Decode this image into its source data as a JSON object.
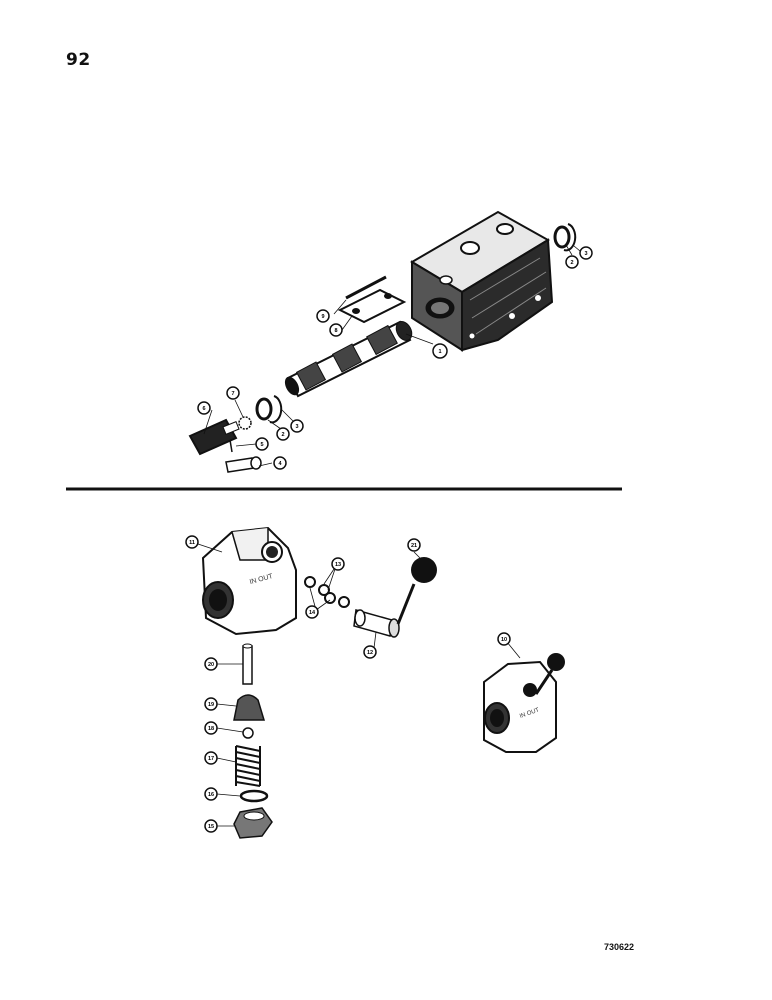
{
  "page": {
    "number": "92",
    "figure_code": "730622"
  },
  "upper_callouts": [
    {
      "id": "c1",
      "label": "1"
    },
    {
      "id": "c2a",
      "label": "2"
    },
    {
      "id": "c3a",
      "label": "3"
    },
    {
      "id": "c2b",
      "label": "2"
    },
    {
      "id": "c3b",
      "label": "3"
    },
    {
      "id": "c4",
      "label": "4"
    },
    {
      "id": "c5",
      "label": "5"
    },
    {
      "id": "c6",
      "label": "6"
    },
    {
      "id": "c7",
      "label": "7"
    },
    {
      "id": "c8",
      "label": "8"
    },
    {
      "id": "c9",
      "label": "9"
    }
  ],
  "lower_callouts": [
    {
      "id": "c10",
      "label": "10"
    },
    {
      "id": "c11",
      "label": "11"
    },
    {
      "id": "c12",
      "label": "12"
    },
    {
      "id": "c13",
      "label": "13"
    },
    {
      "id": "c14",
      "label": "14"
    },
    {
      "id": "c15",
      "label": "15"
    },
    {
      "id": "c16",
      "label": "16"
    },
    {
      "id": "c17",
      "label": "17"
    },
    {
      "id": "c18",
      "label": "18"
    },
    {
      "id": "c19",
      "label": "19"
    },
    {
      "id": "c20",
      "label": "20"
    },
    {
      "id": "c21",
      "label": "21"
    }
  ]
}
